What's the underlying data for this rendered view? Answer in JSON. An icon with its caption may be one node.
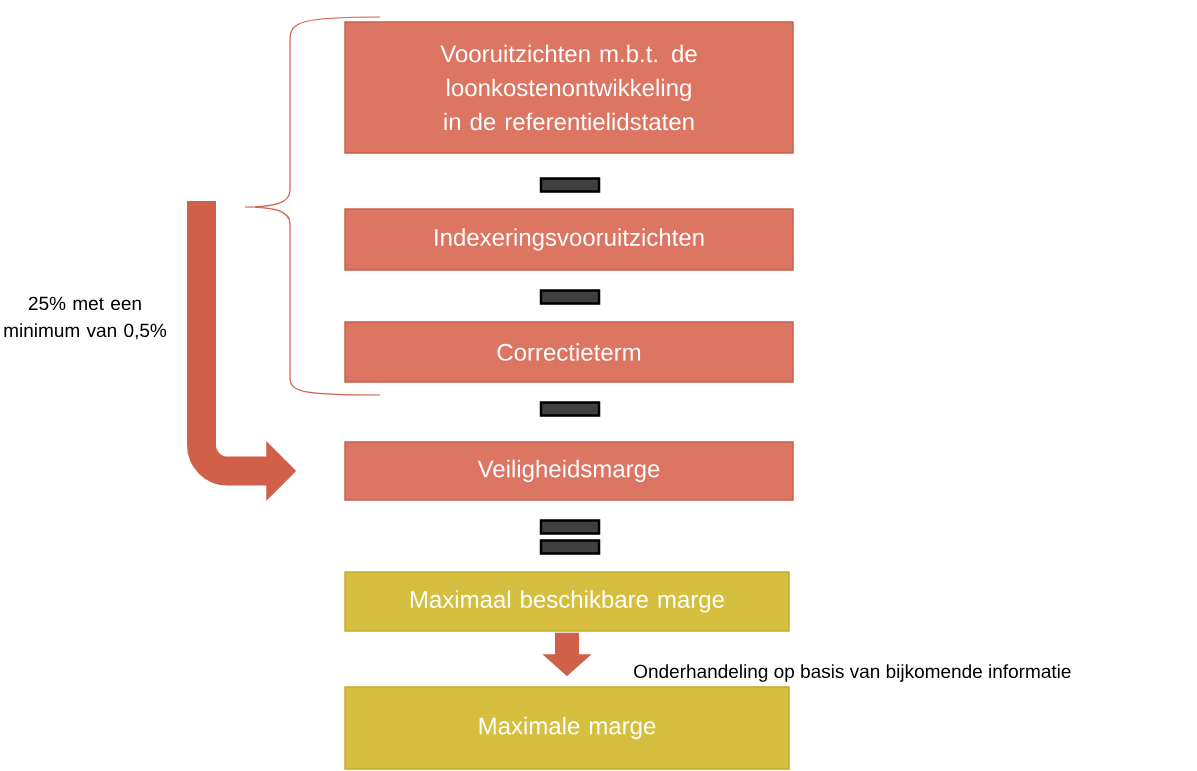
{
  "diagram": {
    "nodes": [
      {
        "text": [
          "Vooruitzichten m.b.t. de loonkostenontwikkeling in de referentielidstaten"
        ]
      },
      {
        "text": [
          "Indexeringsvooruitzichten"
        ]
      },
      {
        "text": [
          "Correctieterm"
        ]
      },
      {
        "text": [
          "Veiligheidsmarge"
        ]
      },
      {
        "text": [
          "Maximaal beschikbare marge"
        ]
      },
      {
        "text": [
          "Maximale marge"
        ]
      }
    ],
    "edges": [
      {
        "from": null,
        "to": 3,
        "arrow": "to",
        "label": "25% met een minimum van 0,5%"
      },
      {
        "from": 4,
        "to": 5,
        "arrow": "to",
        "label": "Onderhandeling op basis van bijkomende informatie"
      }
    ]
  }
}
